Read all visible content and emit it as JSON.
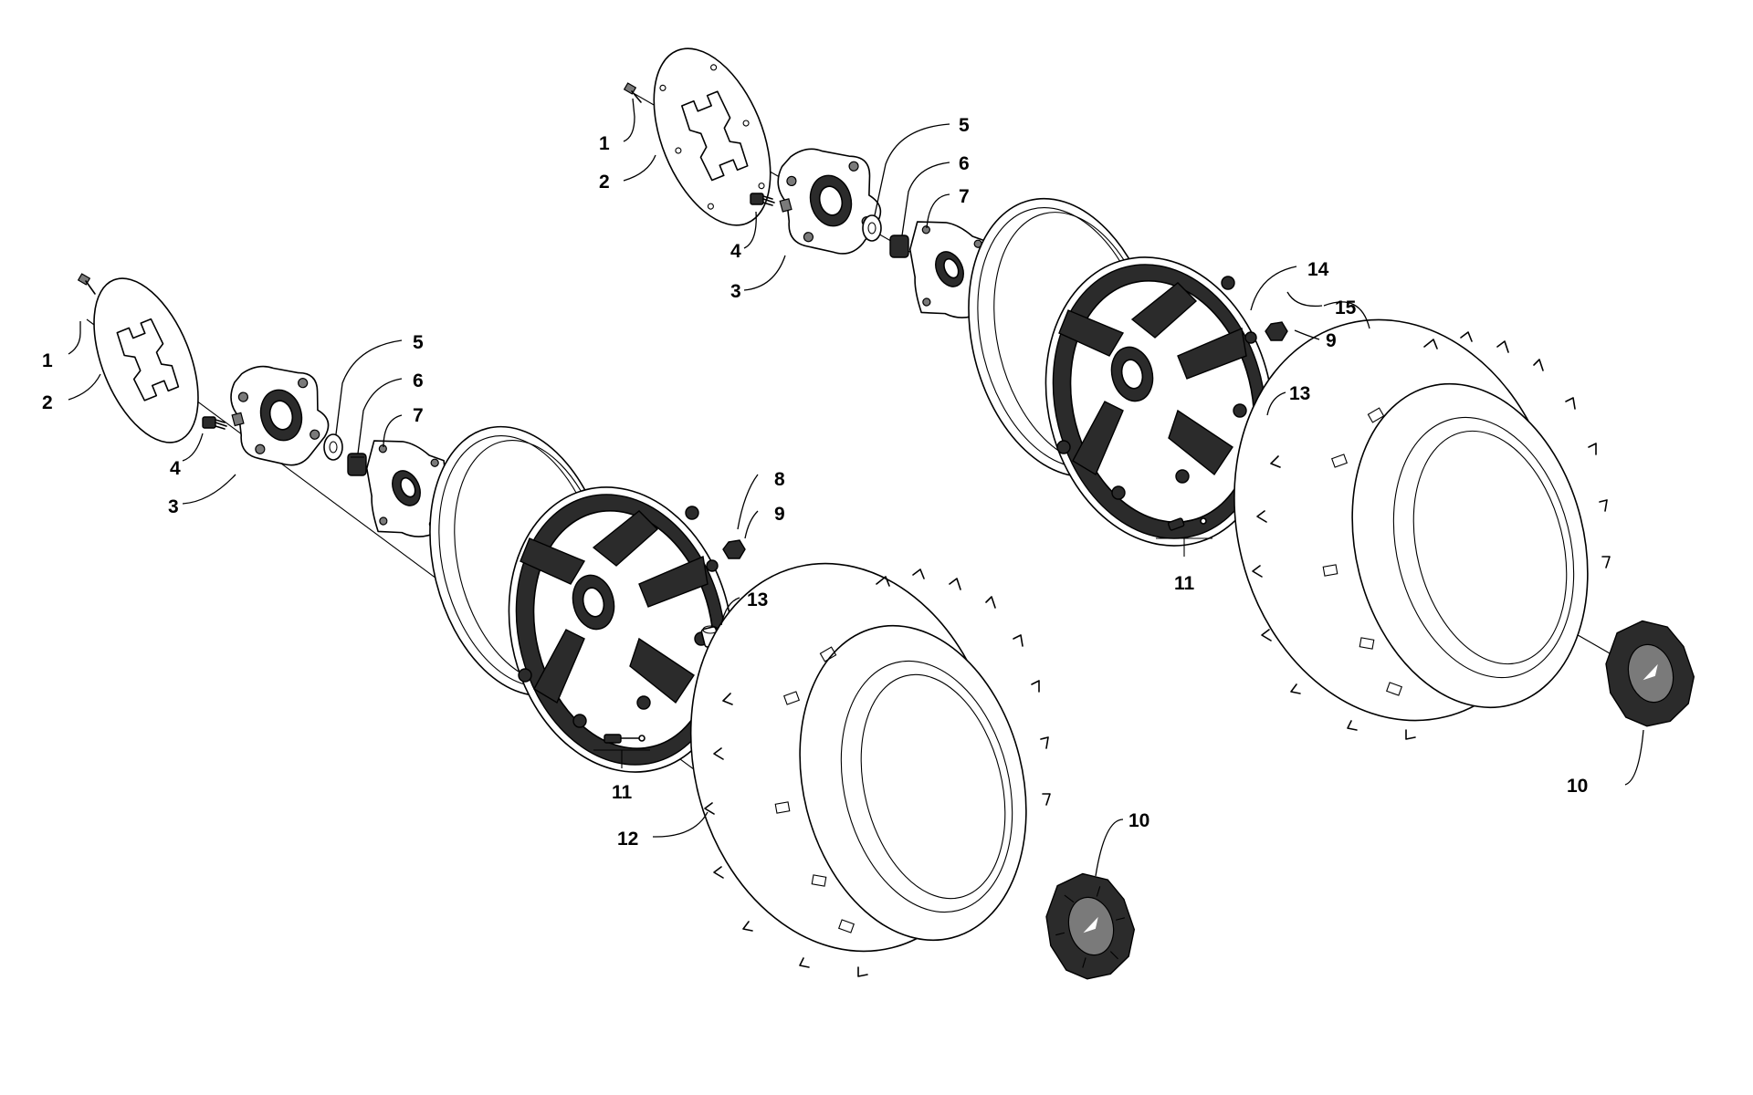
{
  "diagram": {
    "left_assembly": {
      "callouts": [
        {
          "id": "c1",
          "text": "1"
        },
        {
          "id": "c2",
          "text": "2"
        },
        {
          "id": "c3",
          "text": "3"
        },
        {
          "id": "c4",
          "text": "4"
        },
        {
          "id": "c5",
          "text": "5"
        },
        {
          "id": "c6",
          "text": "6"
        },
        {
          "id": "c7",
          "text": "7"
        },
        {
          "id": "c8",
          "text": "8"
        },
        {
          "id": "c9",
          "text": "9"
        },
        {
          "id": "c13",
          "text": "13"
        },
        {
          "id": "c11",
          "text": "11"
        },
        {
          "id": "c12",
          "text": "12"
        },
        {
          "id": "c10",
          "text": "10"
        }
      ]
    },
    "right_assembly": {
      "callouts": [
        {
          "id": "c1",
          "text": "1"
        },
        {
          "id": "c2",
          "text": "2"
        },
        {
          "id": "c3",
          "text": "3"
        },
        {
          "id": "c4",
          "text": "4"
        },
        {
          "id": "c5",
          "text": "5"
        },
        {
          "id": "c6",
          "text": "6"
        },
        {
          "id": "c7",
          "text": "7"
        },
        {
          "id": "c14",
          "text": "14"
        },
        {
          "id": "c15",
          "text": "15"
        },
        {
          "id": "c9",
          "text": "9"
        },
        {
          "id": "c13",
          "text": "13"
        },
        {
          "id": "c11",
          "text": "11"
        },
        {
          "id": "c10",
          "text": "10"
        }
      ]
    }
  }
}
